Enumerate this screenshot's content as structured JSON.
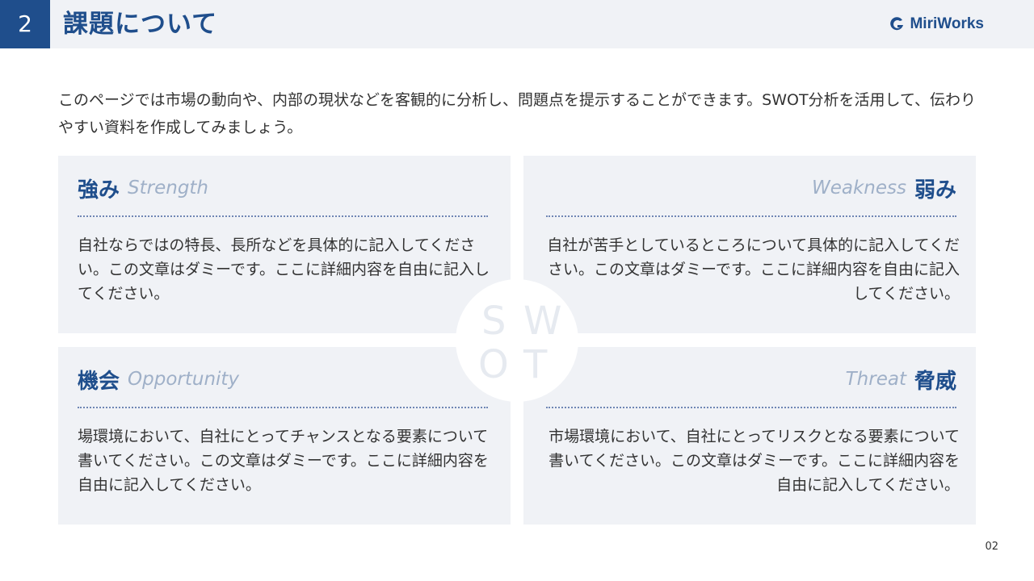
{
  "header": {
    "section_number": "2",
    "title": "課題について",
    "brand": "MiriWorks"
  },
  "intro": "このページでは市場の動向や、内部の現状などを客観的に分析し、問題点を提示することができます。SWOT分析を活用して、伝わりやすい資料を作成してみましょう。",
  "cards": [
    {
      "jp": "強み",
      "en": "Strength",
      "text": "自社ならではの特長、長所などを具体的に記入してください。この文章はダミーです。ここに詳細内容を自由に記入してください。"
    },
    {
      "jp": "弱み",
      "en": "Weakness",
      "text": "自社が苦手としているところについて具体的に記入してください。この文章はダミーです。ここに詳細内容を自由に記入してください。"
    },
    {
      "jp": "機会",
      "en": "Opportunity",
      "text": "場環境において、自社にとってチャンスとなる要素について書いてください。この文章はダミーです。ここに詳細内容を自由に記入してください。"
    },
    {
      "jp": "脅威",
      "en": "Threat",
      "text": "市場環境において、自社にとってリスクとなる要素について書いてください。この文章はダミーです。ここに詳細内容を自由に記入してください。"
    }
  ],
  "swot_letters": [
    "S",
    "W",
    "O",
    "T"
  ],
  "page_number": "02",
  "colors": {
    "accent": "#1f4e8c",
    "panel": "#f0f2f6",
    "subtitle": "#9fb0c8"
  }
}
